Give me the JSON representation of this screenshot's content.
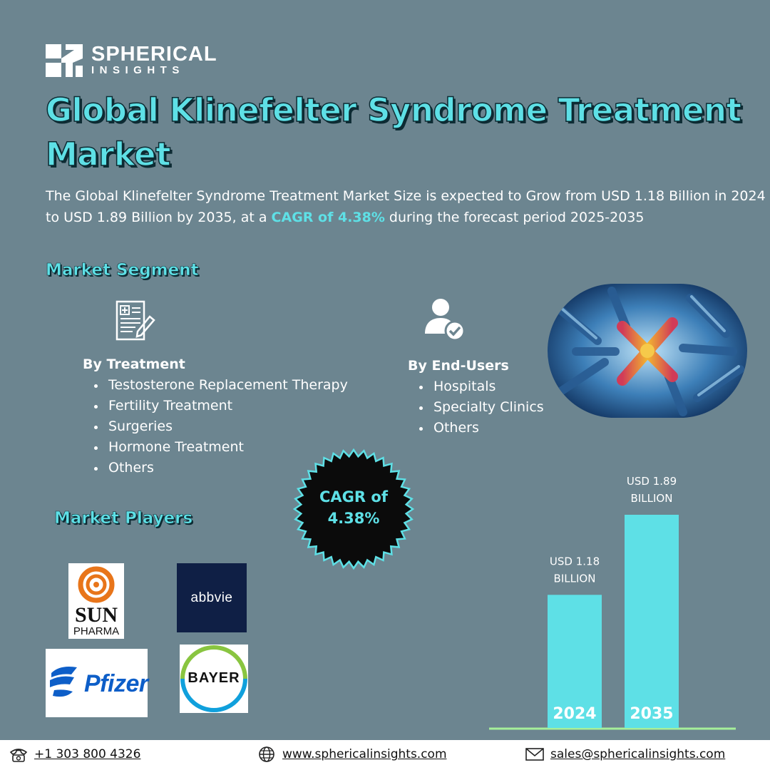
{
  "brand": {
    "name": "SPHERICAL",
    "sub": "INSIGHTS"
  },
  "title": "Global Klinefelter Syndrome Treatment Market",
  "summary": {
    "part1": "The Global Klinefelter Syndrome Treatment Market Size is expected to Grow from USD 1.18 Billion in 2024 to USD 1.89 Billion by 2035, at a ",
    "highlight": "CAGR of 4.38%",
    "part2": " during the forecast period 2025-2035"
  },
  "segment": {
    "heading": "Market Segment",
    "treatment": {
      "heading": "By Treatment",
      "items": [
        "Testosterone Replacement Therapy",
        "Fertility Treatment",
        "Surgeries",
        "Hormone Treatment",
        "Others"
      ]
    },
    "end_users": {
      "heading": "By End-Users",
      "items": [
        "Hospitals",
        "Specialty Clinics",
        "Others"
      ]
    }
  },
  "badge": {
    "line1": "CAGR of",
    "line2": "4.38%"
  },
  "players": {
    "heading": "Market Players",
    "logos": [
      {
        "name": "SUN PHARMA",
        "line1": "SUN",
        "line2": "PHARMA"
      },
      {
        "name": "abbvie",
        "text": "abbvie"
      },
      {
        "name": "Pfizer",
        "text": "Pfizer"
      },
      {
        "name": "BAYER",
        "text": "BAYER"
      }
    ]
  },
  "chart_data": {
    "type": "bar",
    "categories": [
      "2024",
      "2035"
    ],
    "values": [
      1.18,
      1.89
    ],
    "data_labels": [
      [
        "USD 1.18",
        "BILLION"
      ],
      [
        "USD 1.89",
        "BILLION"
      ]
    ],
    "unit": "USD Billion",
    "bar_color": "#5ee0e6",
    "ylim": [
      0,
      2.0
    ]
  },
  "footer": {
    "phone": "+1 303 800 4326",
    "website": "www.sphericalinsights.com",
    "email": "sales@sphericalinsights.com"
  },
  "colors": {
    "background": "#6c8590",
    "accent": "#5ee0e6",
    "dark": "#0d2b33"
  },
  "icons": [
    "document-edit-icon",
    "user-check-icon",
    "phone-icon",
    "globe-icon",
    "mail-icon"
  ]
}
